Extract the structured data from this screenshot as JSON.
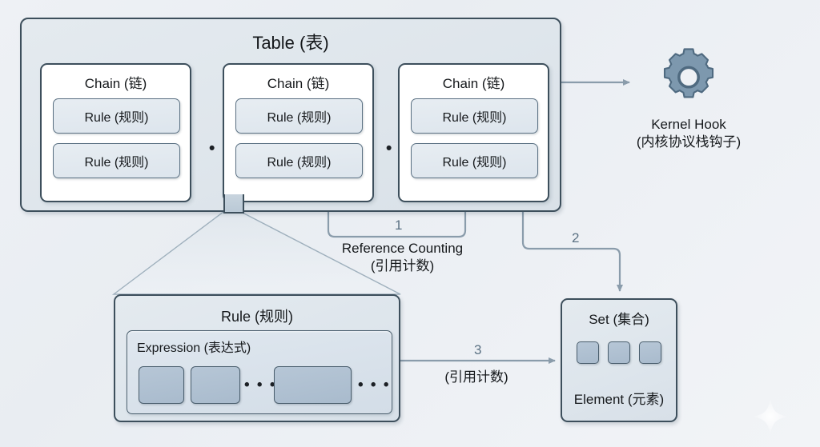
{
  "diagram": {
    "title": "nftables object model",
    "background_color": "#eef1f5",
    "line_color": "#8a9cab",
    "border_color": "#3d4f5c"
  },
  "table": {
    "title": "Table (表)",
    "chains": [
      {
        "title": "Chain (链)",
        "rules": [
          "Rule (规则)",
          "Rule (规则)"
        ]
      },
      {
        "title": "Chain (链)",
        "rules": [
          "Rule (规则)",
          "Rule (规则)"
        ]
      },
      {
        "title": "Chain (链)",
        "rules": [
          "Rule (规则)",
          "Rule (规则)"
        ]
      }
    ],
    "gap_ellipsis": "• • •"
  },
  "kernel_hook": {
    "icon": "gear-icon",
    "label_en": "Kernel Hook",
    "label_cn": "(内核协议栈钩子)"
  },
  "rule_detail": {
    "title": "Rule (规则)",
    "expression": {
      "title": "Expression (表达式)",
      "cells": [
        "",
        "",
        ""
      ],
      "ellipsis_inner": "• • •",
      "ellipsis_trailing": "• • •"
    }
  },
  "set": {
    "title": "Set (集合)",
    "elements": [
      "",
      "",
      ""
    ],
    "element_label": "Element (元素)"
  },
  "connections": {
    "ref_counting": {
      "number": "1",
      "caption_en": "Reference Counting",
      "caption_cn": "(引用计数)"
    },
    "table_to_set": {
      "number": "2"
    },
    "rule_to_set": {
      "number": "3",
      "caption_cn": "(引用计数)"
    }
  }
}
